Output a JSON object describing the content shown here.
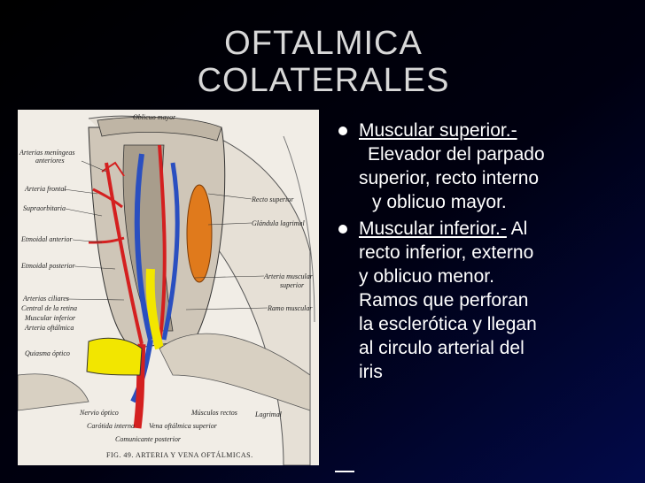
{
  "slide": {
    "title_line1": "OFTALMICA",
    "title_line2": "COLATERALES"
  },
  "figure": {
    "labels": {
      "oblicuo_mayor": "Oblicuo mayor",
      "arterias_meningeas": "Arterias meníngeas",
      "anteriores": "anteriores",
      "arteria_frontal": "Arteria frontal",
      "supraorbitaria": "Supraorbitaria",
      "etmoidal_anterior": "Etmoidal anterior",
      "etmoidal_posterior": "Etmoidal posterior",
      "arterias_ciliares": "Arterias ciliares",
      "central_retina": "Central de la retina",
      "muscular_inferior": "Muscular inferior",
      "arteria_oftalmica": "Arteria oftálmica",
      "quiasma_optico": "Quiasma óptico",
      "nervio_optico": "Nervio óptico",
      "carotida_interna": "Carótida interna",
      "vena_oftalmica_superior": "Vena oftálmica superior",
      "comunicante_posterior": "Comunicante posterior",
      "musculos_rectos": "Músculos rectos",
      "lagrimal": "Lagrimal",
      "recto_superior": "Recto superior",
      "glandula_lagrimal": "Glándula lagrimal",
      "arteria_muscular": "Arteria muscular",
      "superior": "superior",
      "ramo_muscular": "Ramo muscular"
    },
    "caption": "FIG. 49. ARTERIA Y VENA OFTÁLMICAS."
  },
  "bullets": {
    "b1_title": "Muscular superior.-",
    "b1_line1": "Elevador del parpado",
    "b1_line2": "superior, recto interno",
    "b1_line3": "y oblicuo mayor.",
    "b2_title": "Muscular inferior.-",
    "b2_text1": "Al",
    "b2_line2": "recto inferior, externo",
    "b2_line3": "y oblicuo menor.",
    "b2_line4": "Ramos que  perforan",
    "b2_line5": "la esclerótica y llegan",
    "b2_line6": "al circulo arterial del",
    "b2_line7": "iris"
  },
  "colors": {
    "background": "#000000",
    "title": "#d8d8d8",
    "text": "#ffffff",
    "artery": "#d42020",
    "vein": "#2a4fc0",
    "nerve": "#f2e600",
    "gland": "#e07a1c"
  }
}
